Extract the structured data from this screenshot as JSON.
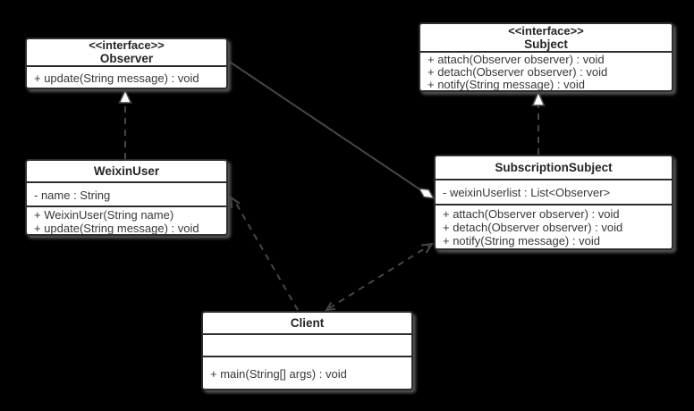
{
  "diagram": {
    "title": "Observer pattern UML class diagram",
    "background_color": "#000000",
    "node_fill_color": "#ffffff",
    "node_border_color": "#2d2d2d",
    "edge_color": "#464646",
    "text_color": "#2e2e2e"
  },
  "classes": [
    {
      "id": "observer",
      "stereotype": "<<interface>>",
      "name": "Observer",
      "attributes": [],
      "methods": [
        "+ update(String message) : void"
      ]
    },
    {
      "id": "subject",
      "stereotype": "<<interface>>",
      "name": "Subject",
      "attributes": [],
      "methods": [
        "+ attach(Observer observer) : void",
        "+ detach(Observer observer) : void",
        "+ notify(String message) : void"
      ]
    },
    {
      "id": "weixinuser",
      "stereotype": "",
      "name": "WeixinUser",
      "attributes": [
        "- name : String"
      ],
      "methods": [
        "+ WeixinUser(String name)",
        "+ update(String message) : void"
      ]
    },
    {
      "id": "subscriptionsubject",
      "stereotype": "",
      "name": "SubscriptionSubject",
      "attributes": [
        "- weixinUserlist : List<Observer>"
      ],
      "methods": [
        "+ attach(Observer observer) : void",
        "+ detach(Observer observer) : void",
        "+ notify(String message) : void"
      ]
    },
    {
      "id": "client",
      "stereotype": "",
      "name": "Client",
      "attributes": [],
      "methods": [
        "+ main(String[] args) : void"
      ]
    }
  ],
  "connections": [
    {
      "type": "realization",
      "from": "WeixinUser",
      "to": "Observer",
      "line": "dashed",
      "arrow": "hollow-triangle"
    },
    {
      "type": "realization",
      "from": "SubscriptionSubject",
      "to": "Subject",
      "line": "dashed",
      "arrow": "hollow-triangle"
    },
    {
      "type": "aggregation",
      "from": "Observer",
      "to": "SubscriptionSubject",
      "line": "solid",
      "arrow": "hollow-diamond"
    },
    {
      "type": "dependency",
      "from": "Client",
      "to": "WeixinUser",
      "line": "dashed",
      "arrow": "open"
    },
    {
      "type": "dependency",
      "from": "Client",
      "to": "SubscriptionSubject",
      "line": "dashed",
      "arrow": "open-both-ends"
    }
  ]
}
